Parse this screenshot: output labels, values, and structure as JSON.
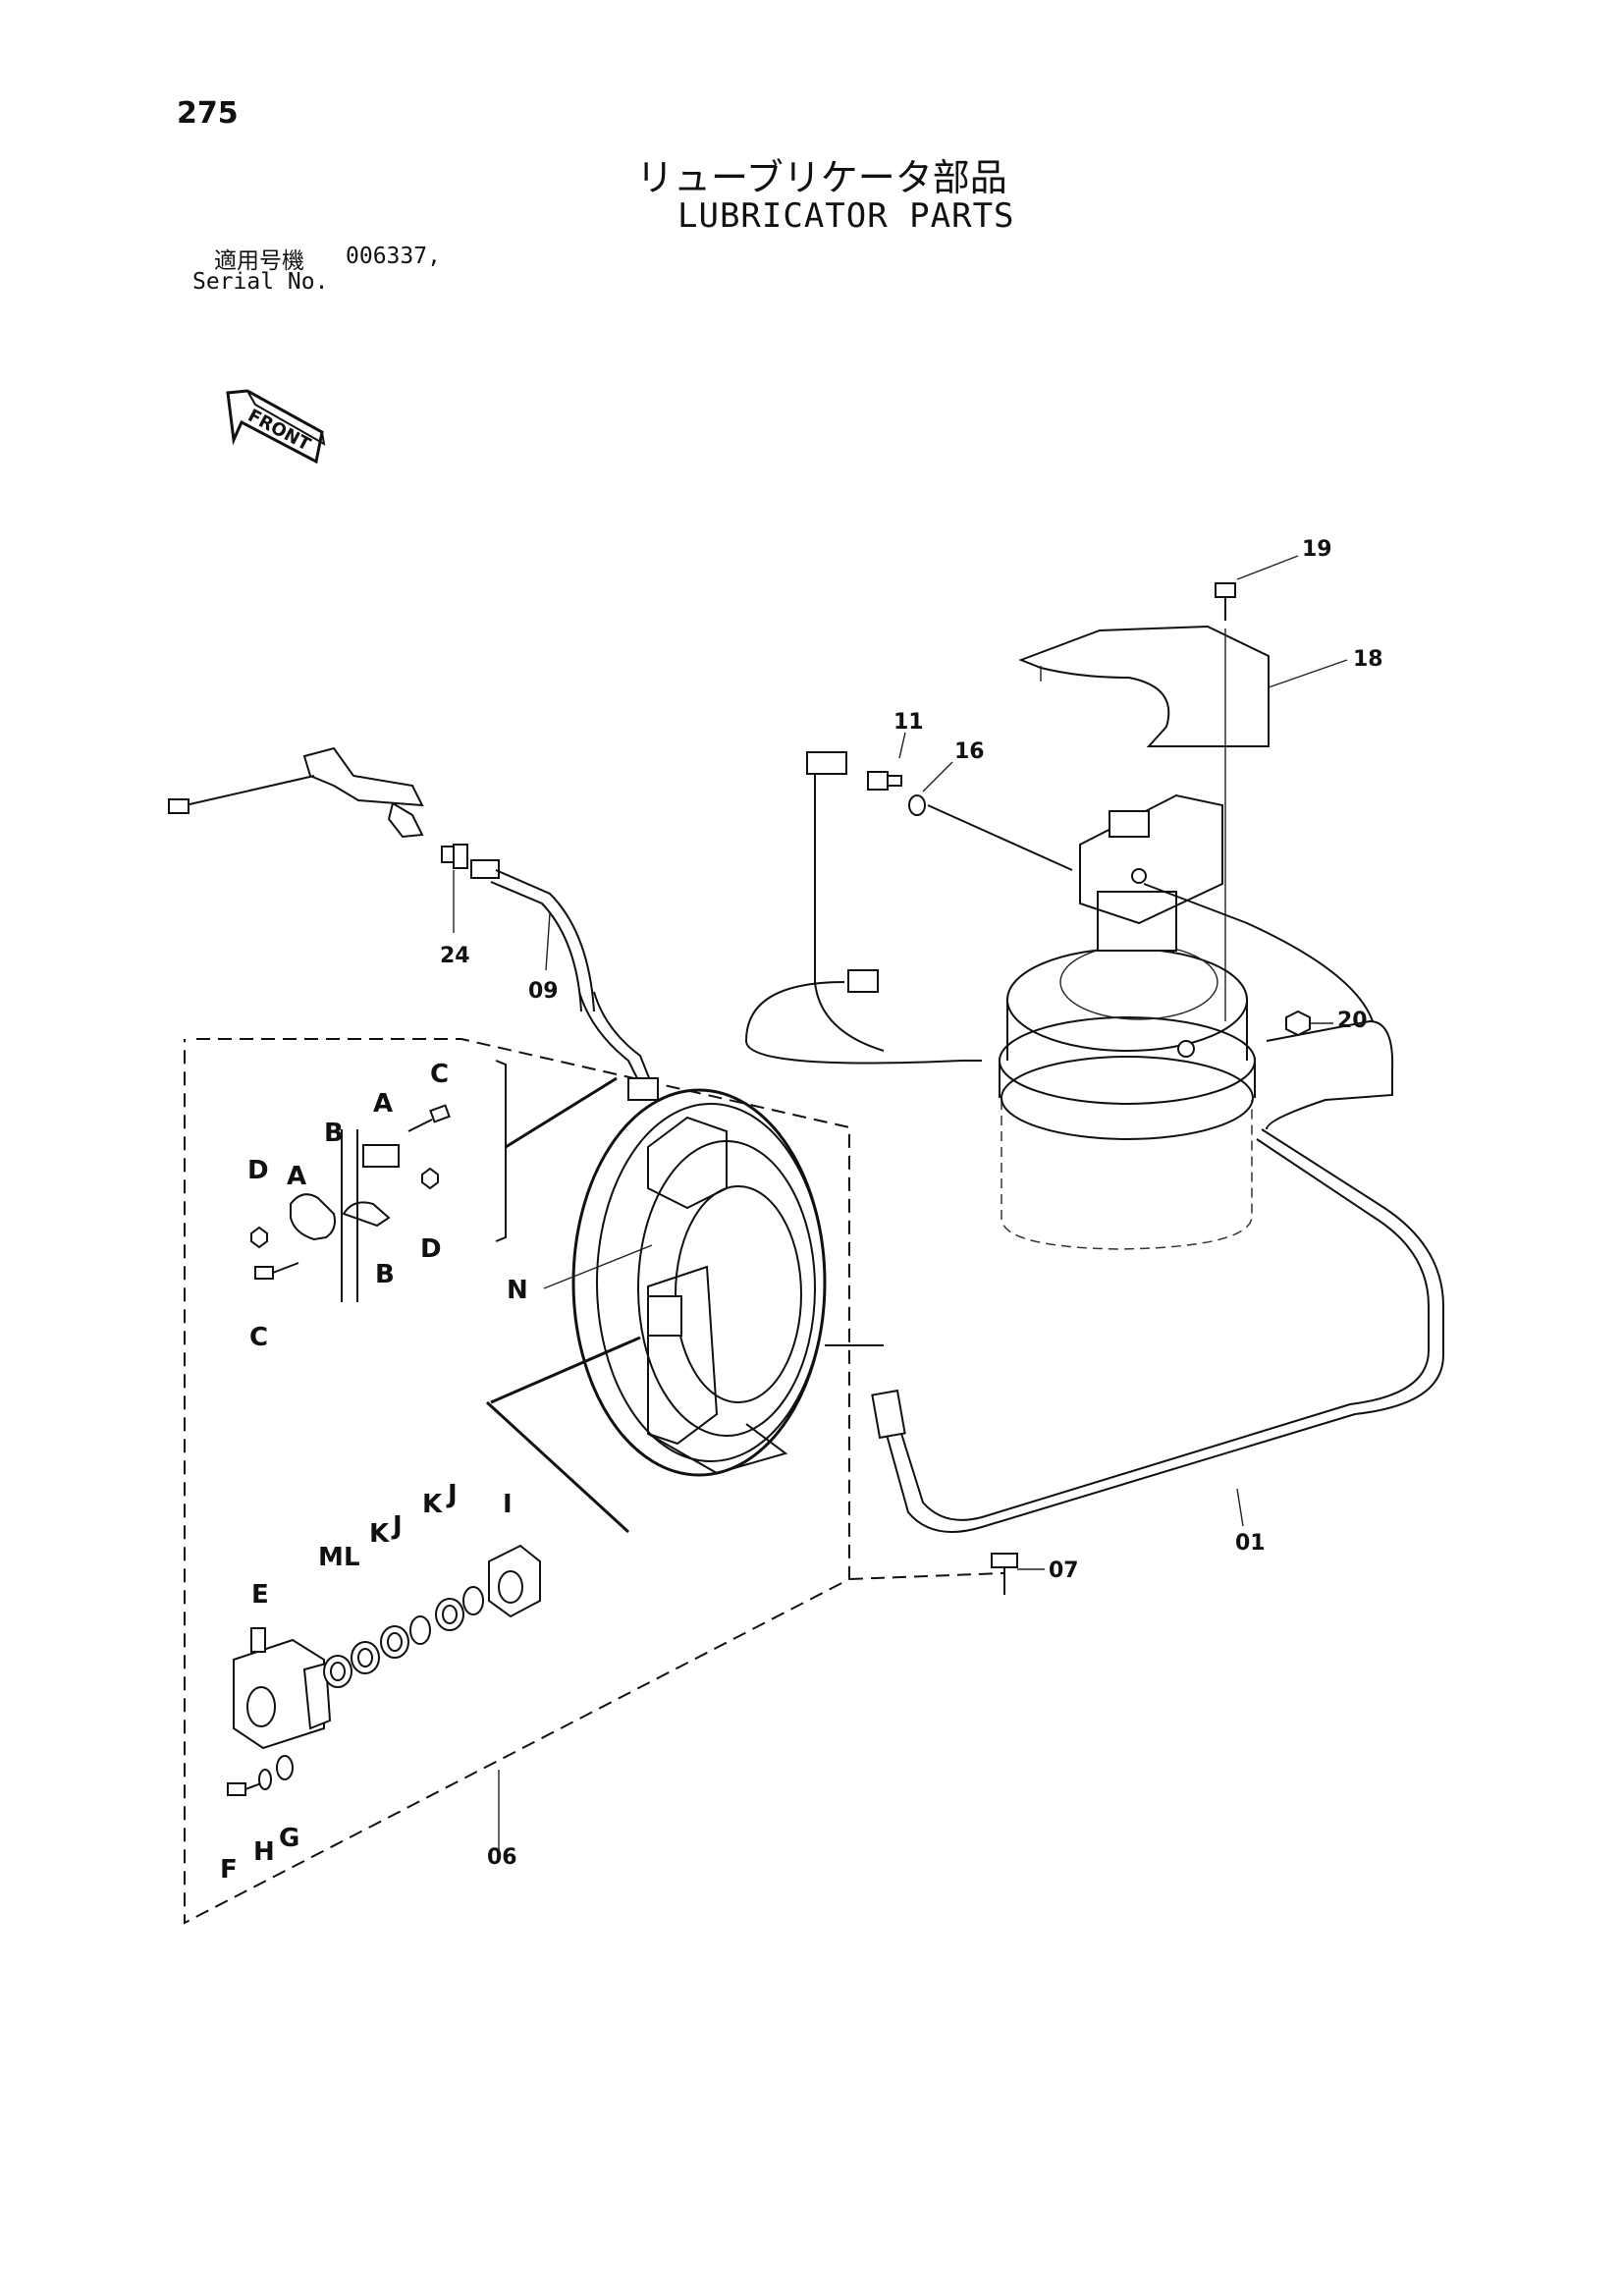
{
  "header": {
    "page_number": "275",
    "title_ja": "リューブリケータ部品",
    "title_en": "LUBRICATOR PARTS",
    "serial_label_ja": "適用号機",
    "serial_label_en": "Serial No.",
    "serial_value": "006337,"
  },
  "front_marker": {
    "text": "FRONT",
    "icon": "front-arrow-icon"
  },
  "callouts": {
    "p01": "01",
    "p06": "06",
    "p07": "07",
    "p09": "09",
    "p11": "11",
    "p16": "16",
    "p18": "18",
    "p19": "19",
    "p20": "20",
    "p24": "24"
  },
  "sub_callouts": {
    "A1": "A",
    "A2": "A",
    "B1": "B",
    "B2": "B",
    "C1": "C",
    "C2": "C",
    "D1": "D",
    "D2": "D",
    "E": "E",
    "F": "F",
    "G": "G",
    "H": "H",
    "I": "I",
    "J1": "J",
    "J2": "J",
    "K1": "K",
    "K2": "K",
    "L": "L",
    "M": "M",
    "N": "N"
  }
}
